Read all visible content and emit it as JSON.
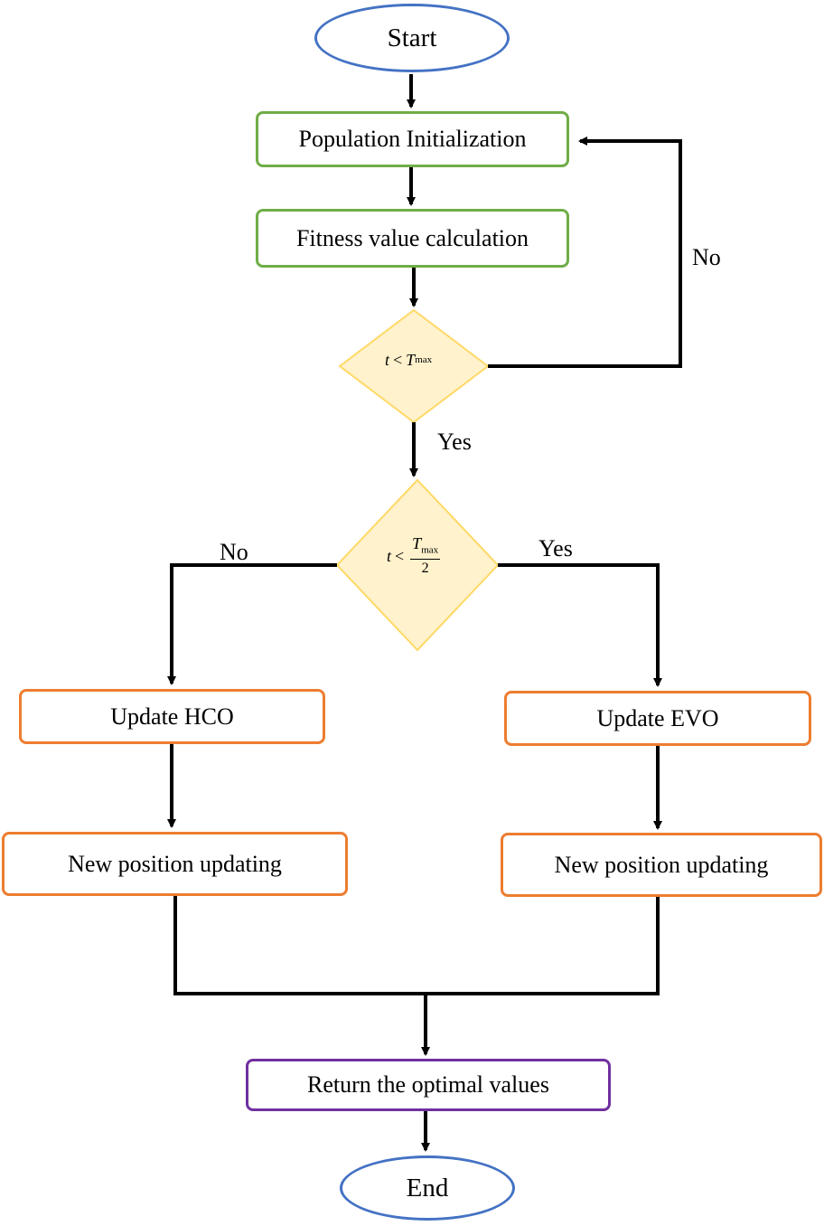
{
  "nodes": {
    "start": "Start",
    "population_init": "Population Initialization",
    "fitness_calc": "Fitness value calculation",
    "cond1": {
      "t": "t",
      "lt": "<",
      "T": "T",
      "sub": "max"
    },
    "cond2": {
      "t": "t",
      "lt": "<",
      "T": "T",
      "sub": "max",
      "den": "2"
    },
    "update_hco": "Update HCO",
    "update_evo": "Update EVO",
    "new_pos_left": "New position updating",
    "new_pos_right": "New position updating",
    "return_optimal": "Return the optimal values",
    "end": "End"
  },
  "edges": {
    "cond1_no": "No",
    "cond1_yes": "Yes",
    "cond2_no": "No",
    "cond2_yes": "Yes"
  },
  "colors": {
    "terminal": "#4472c4",
    "process_green": "#70ad47",
    "decision_fill": "#fff2cc",
    "decision_border": "#ffd966",
    "process_orange": "#ed7d31",
    "output_purple": "#7030a0",
    "line": "#000000"
  }
}
